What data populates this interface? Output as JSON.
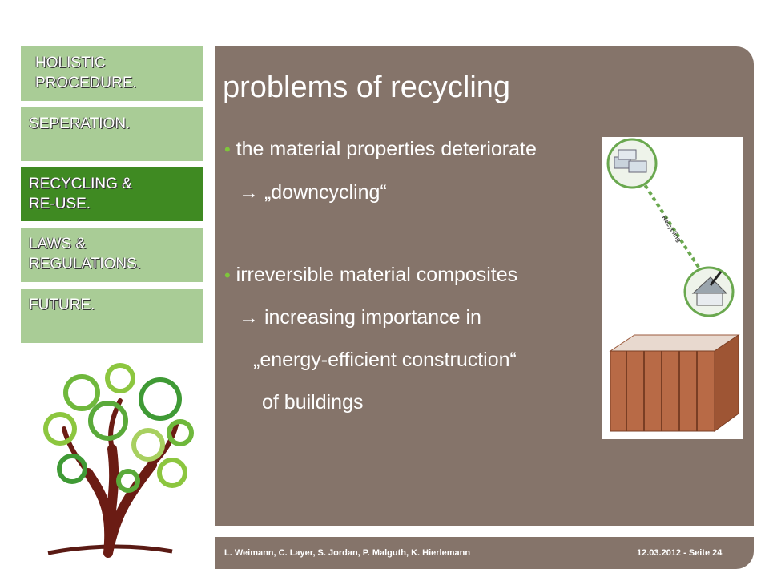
{
  "nav": {
    "items": [
      {
        "label": "HOLISTIC\nPROCEDURE.",
        "active": false
      },
      {
        "label": "SEPERATION.",
        "active": false
      },
      {
        "label": "RECYCLING &\nRE-USE.",
        "active": true
      },
      {
        "label": "LAWS  &\nREGULATIONS.",
        "active": false
      },
      {
        "label": "FUTURE.",
        "active": false
      }
    ]
  },
  "slide": {
    "title": "problems of recycling",
    "bullet1": "the material properties deteriorate",
    "bullet1_sub": "→  „downcycling“",
    "bullet2": "irreversible material composites",
    "bullet2_sub1": "→  increasing importance in",
    "bullet2_sub2": "„energy-efficient construction“",
    "bullet2_sub3": "of buildings",
    "bullet_marker": "•"
  },
  "figure": {
    "recycling_label": "Recycling"
  },
  "footer": {
    "authors": "L. Weimann,  C. Layer, S. Jordan, P. Malguth, K. Hierlemann",
    "date_page": "12.03.2012 - Seite 24"
  },
  "colors": {
    "panel": "#85746a",
    "nav_inactive": "#a9cc96",
    "nav_active": "#3f8a22",
    "bullet": "#7ec63b"
  }
}
